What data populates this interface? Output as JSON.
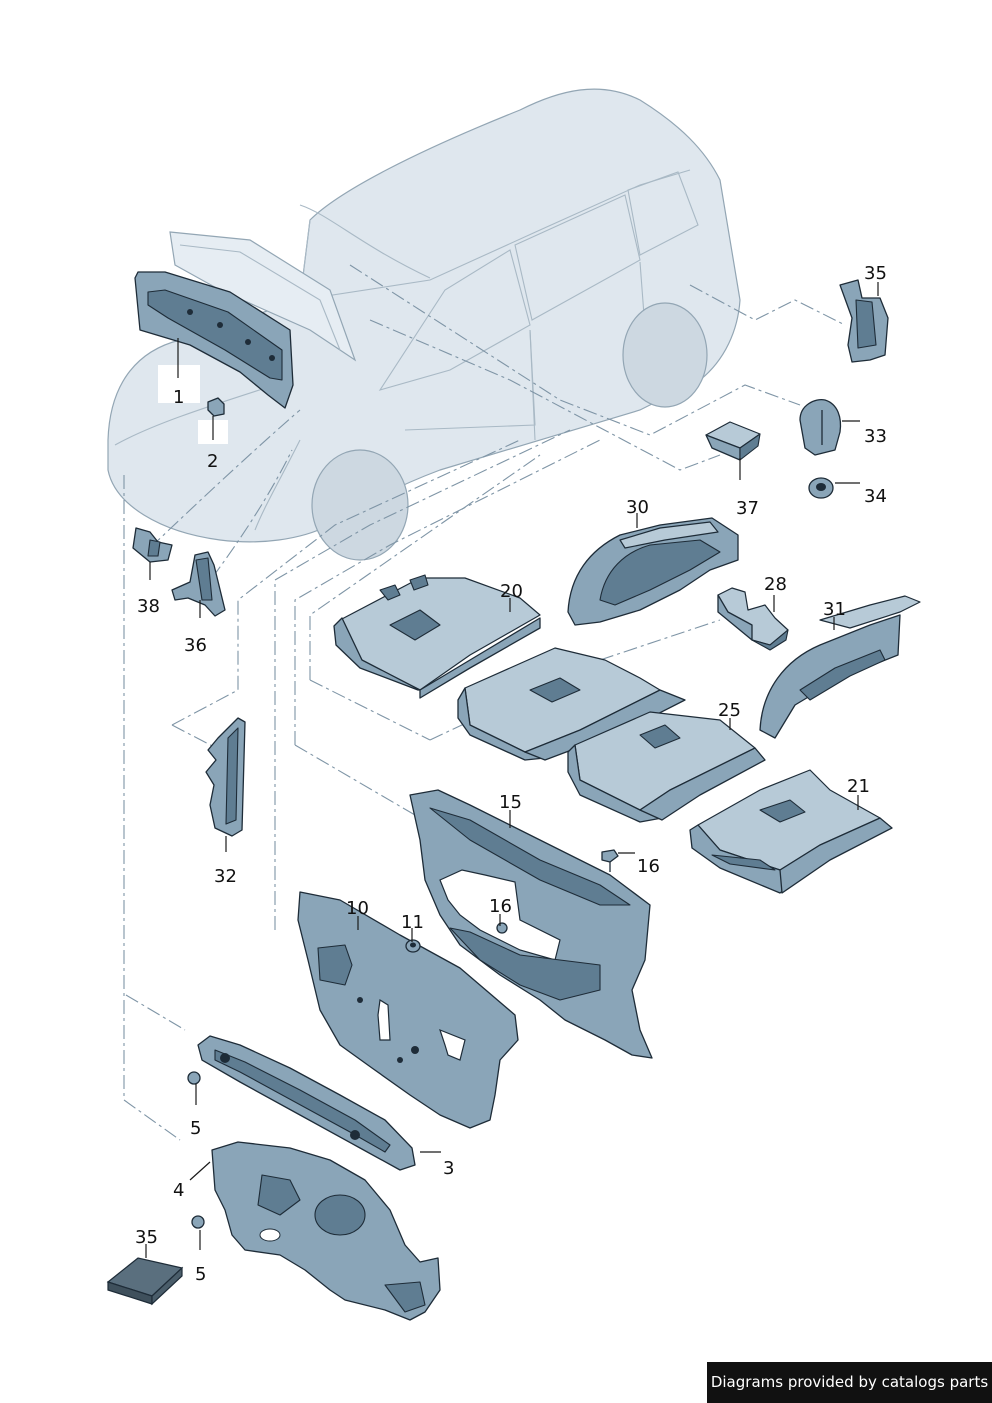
{
  "callouts": {
    "c1": "1",
    "c2": "2",
    "c3": "3",
    "c4": "4",
    "c5a": "5",
    "c5b": "5",
    "c10": "10",
    "c11": "11",
    "c15": "15",
    "c16a": "16",
    "c16b": "16",
    "c20": "20",
    "c21": "21",
    "c25": "25",
    "c28": "28",
    "c30": "30",
    "c31": "31",
    "c32": "32",
    "c33": "33",
    "c34": "34",
    "c35a": "35",
    "c35b": "35",
    "c36": "36",
    "c37": "37",
    "c38": "38"
  },
  "credit": "Diagrams provided by catalogs parts",
  "colors": {
    "part_fill": "#8aa5b8",
    "car_body": "#dfe7ee",
    "outline": "#1e2c38"
  }
}
